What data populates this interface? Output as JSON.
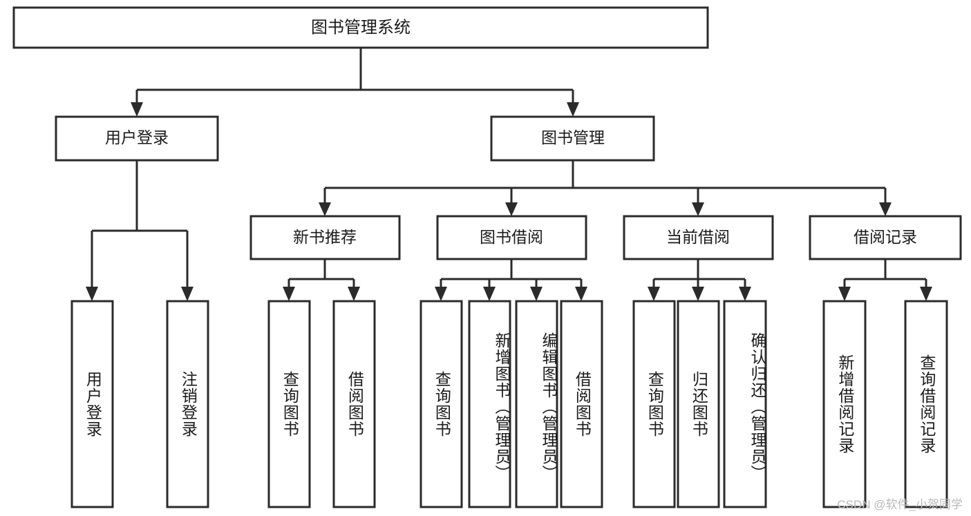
{
  "diagram": {
    "type": "tree",
    "title": "图书管理系统",
    "orientation": "top-down",
    "background_color": "#ffffff",
    "line_color": "#2b2b2b",
    "text_color": "#1a1a1a",
    "levels": {
      "root": {
        "label": "图书管理系统"
      },
      "level2": [
        {
          "label": "用户登录"
        },
        {
          "label": "图书管理"
        }
      ],
      "level3": [
        {
          "label": "新书推荐"
        },
        {
          "label": "图书借阅"
        },
        {
          "label": "当前借阅"
        },
        {
          "label": "借阅记录"
        }
      ]
    },
    "leaves": {
      "user_login": [
        {
          "label": "用户登录"
        },
        {
          "label": "注销登录"
        }
      ],
      "new_book_recommend": [
        {
          "label": "查询图书"
        },
        {
          "label": "借阅图书"
        }
      ],
      "book_borrow": [
        {
          "label": "查询图书"
        },
        {
          "label": "新增图书（管理员）"
        },
        {
          "label": "编辑图书（管理员）"
        },
        {
          "label": "借阅图书"
        }
      ],
      "current_borrow": [
        {
          "label": "查询图书"
        },
        {
          "label": "归还图书"
        },
        {
          "label": "确认归还（管理员）"
        }
      ],
      "borrow_record": [
        {
          "label": "新增借阅记录"
        },
        {
          "label": "查询借阅记录"
        }
      ]
    }
  },
  "watermark": {
    "text": "CSDN @软件_小贺同学"
  }
}
